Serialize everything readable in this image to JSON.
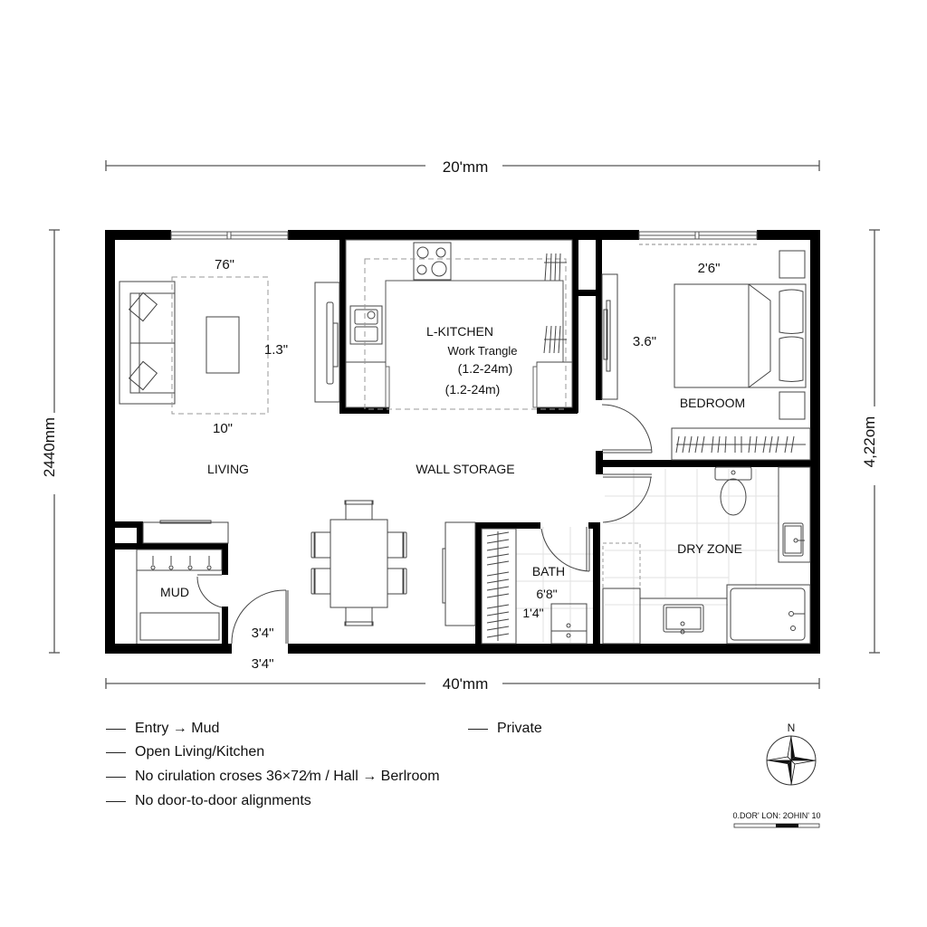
{
  "dimensions": {
    "top": "20'mm",
    "bottom": "40'mm",
    "left": "2440mm",
    "right": "4,22om"
  },
  "rooms": {
    "living": {
      "label": "LIVING",
      "dim_top": "76\"",
      "dim_side": "1.3\"",
      "dim_bottom": "10\""
    },
    "kitchen": {
      "label": "L-KITCHEN",
      "work_triangle": "Work Trangle",
      "range_1": "(1.2-24m)",
      "range_2": "(1.2-24m)"
    },
    "bedroom": {
      "label": "BEDROOM",
      "dim_top": "2'6\"",
      "dim_side": "3.6\""
    },
    "wall_storage": {
      "label": "WALL STORAGE"
    },
    "mud": {
      "label": "MUD"
    },
    "entry": {
      "dim_inner": "3'4\"",
      "dim_outer": "3'4\""
    },
    "bath": {
      "label": "BATH",
      "dim_1": "6'8\"",
      "dim_2": "1'4\""
    },
    "dry_zone": {
      "label": "DRY ZONE"
    }
  },
  "legend": {
    "items": [
      "Entry → Mud",
      "Open Living/Kitchen",
      "No  cirulation croses 36×72⁄m / Hall → Berlroom",
      "No door-to-door alignments"
    ],
    "right_item": "Private"
  },
  "compass": {
    "north_label": "N"
  },
  "scale_bar": {
    "label": "0.DOR' LON: 2OHIN' 10"
  },
  "colors": {
    "wall": "#000000",
    "line": "#333333",
    "dim_line": "#555555",
    "dashed": "#888888",
    "tile": "#dddddd"
  }
}
